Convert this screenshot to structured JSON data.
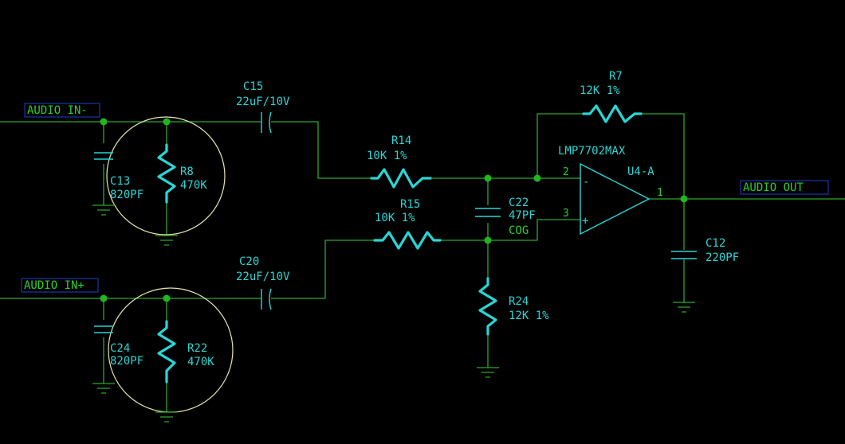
{
  "nets": {
    "audio_in_minus": "AUDIO IN-",
    "audio_in_plus": "AUDIO IN+",
    "audio_out": "AUDIO OUT"
  },
  "components": {
    "c15": {
      "ref": "C15",
      "value": "22uF/10V"
    },
    "c20": {
      "ref": "C20",
      "value": "22uF/10V"
    },
    "c13": {
      "ref": "C13",
      "value": "820PF"
    },
    "c24": {
      "ref": "C24",
      "value": "820PF"
    },
    "r8": {
      "ref": "R8",
      "value": "470K"
    },
    "r22": {
      "ref": "R22",
      "value": "470K"
    },
    "r14": {
      "ref": "R14",
      "value": "10K 1%"
    },
    "r15": {
      "ref": "R15",
      "value": "10K 1%"
    },
    "r7": {
      "ref": "R7",
      "value": "12K 1%"
    },
    "r24": {
      "ref": "R24",
      "value": "12K 1%"
    },
    "c22": {
      "ref": "C22",
      "value": "47PF",
      "dielectric": "COG"
    },
    "c12": {
      "ref": "C12",
      "value": "220PF"
    },
    "u4": {
      "part": "LMP7702MAX",
      "ref": "U4-A",
      "pin_inv": "2",
      "pin_noninv": "3",
      "pin_out": "1",
      "sym_inv": "-",
      "sym_noninv": "+"
    }
  },
  "colors": {
    "background": "#000000",
    "wire": "#2aa82a",
    "component": "#29d6d6",
    "junction": "#22b522",
    "label_box": "#1b3fd0",
    "highlight": "#e8e6b0"
  }
}
